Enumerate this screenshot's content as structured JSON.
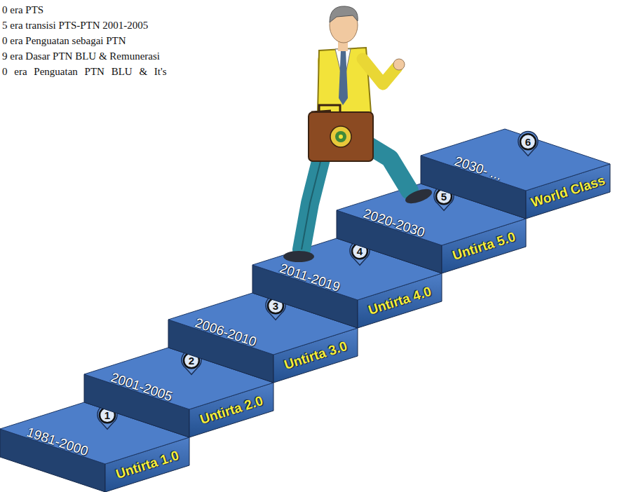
{
  "diagram": {
    "nodes": [
      {
        "text": [
          "1",
          "1981-2000",
          "Untirta 1.0"
        ]
      },
      {
        "text": [
          "2",
          "2001-2005",
          "Untirta 2.0"
        ]
      },
      {
        "text": [
          "3",
          "2006-2010",
          "Untirta 3.0"
        ]
      },
      {
        "text": [
          "4",
          "2011-2019",
          "Untirta 4.0"
        ]
      },
      {
        "text": [
          "5",
          "2020-2030",
          "Untirta 5.0"
        ]
      },
      {
        "text": [
          "6",
          "2030- ...",
          "World Class"
        ]
      }
    ],
    "labels": [
      "0 era PTS",
      "5 era transisi PTS-PTN 2001-2005",
      "0 era Penguatan sebagai PTN",
      "9 era Dasar PTN BLU & Remunerasi",
      "0 era Penguatan PTN BLU & It's"
    ]
  }
}
